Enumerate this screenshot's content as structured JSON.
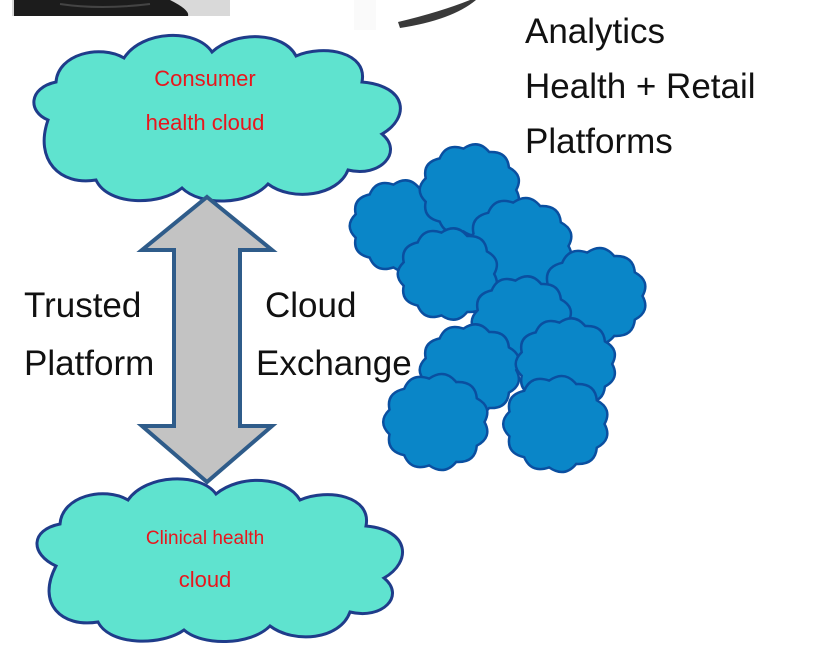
{
  "colors": {
    "teal_cloud_fill": "#5fe3cf",
    "teal_cloud_stroke": "#1f3c8a",
    "blue_cloud_fill": "#0a86c8",
    "blue_cloud_stroke": "#0a4fa0",
    "arrow_fill": "#c3c3c3",
    "arrow_stroke": "#2f5c8a",
    "label_red": "#e8161d"
  },
  "photo": {
    "icon": "photo-dark-device"
  },
  "heading_lines": [
    "Analytics",
    "Health + Retail",
    "Platforms"
  ],
  "consumer_cloud": {
    "line1": "Consumer",
    "line2": "health cloud"
  },
  "clinical_cloud": {
    "line1": "Clinical  health",
    "line2": "cloud"
  },
  "labels": {
    "trusted": "Trusted",
    "platform": "Platform",
    "cloud": "Cloud",
    "exchange": "Exchange"
  },
  "cluster": {
    "icon": "cloud-cluster"
  }
}
